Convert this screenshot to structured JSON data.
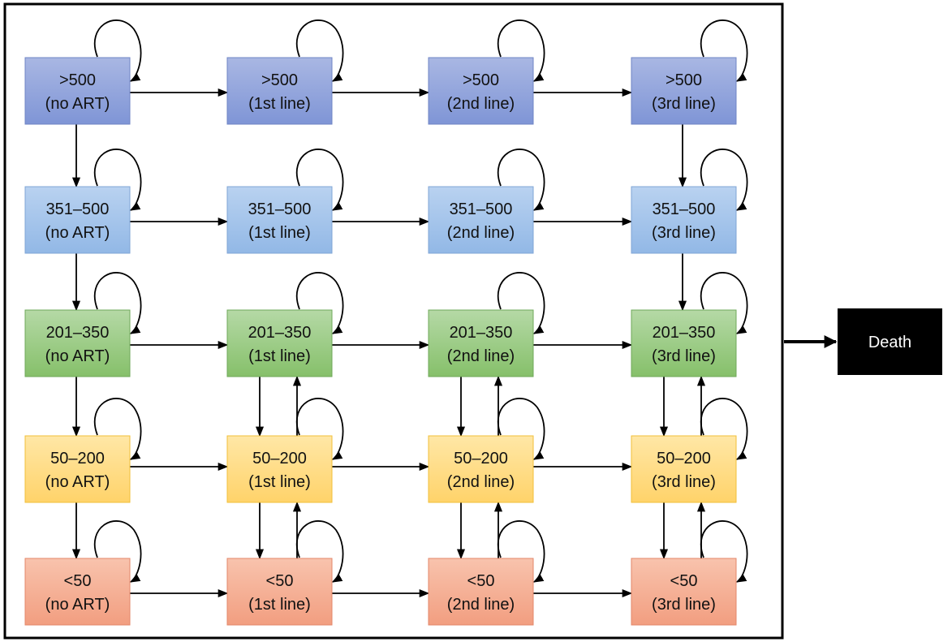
{
  "diagram": {
    "rows": [
      {
        "cd4": ">500",
        "color_top": "#a9b7e3",
        "color_bottom": "#7f95d6",
        "border": "#6f84c4"
      },
      {
        "cd4": "351–500",
        "color_top": "#b9d2f0",
        "color_bottom": "#92b8e6",
        "border": "#7fa5d6"
      },
      {
        "cd4": "201–350",
        "color_top": "#b5d9a6",
        "color_bottom": "#86c06a",
        "border": "#6fa85a"
      },
      {
        "cd4": "50–200",
        "color_top": "#ffe7a6",
        "color_bottom": "#ffd36a",
        "border": "#f0bf3a"
      },
      {
        "cd4": "<50",
        "color_top": "#f8c3ad",
        "color_bottom": "#f29e80",
        "border": "#e3876a"
      }
    ],
    "columns": [
      "(no ART)",
      "(1st line)",
      "(2nd line)",
      "(3rd line)"
    ],
    "death": {
      "label": "Death",
      "color": "#000000"
    }
  }
}
